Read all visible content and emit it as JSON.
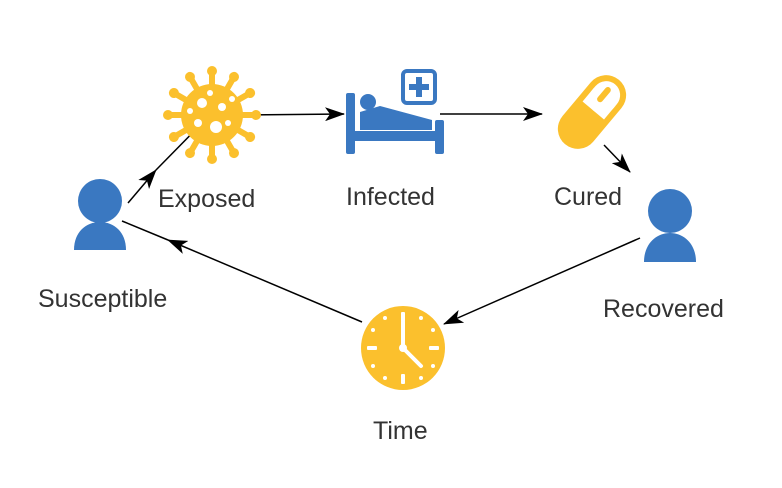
{
  "colors": {
    "blue": "#3a78c1",
    "gold": "#fbc02d",
    "edge": "#000000",
    "text": "#333333",
    "background": "#ffffff"
  },
  "nodes": [
    {
      "id": "susceptible",
      "label": "Susceptible",
      "icon": "person-icon"
    },
    {
      "id": "exposed",
      "label": "Exposed",
      "icon": "virus-icon"
    },
    {
      "id": "infected",
      "label": "Infected",
      "icon": "hospital-bed-icon"
    },
    {
      "id": "cured",
      "label": "Cured",
      "icon": "pill-capsule-icon"
    },
    {
      "id": "recovered",
      "label": "Recovered",
      "icon": "person-icon"
    },
    {
      "id": "time",
      "label": "Time",
      "icon": "clock-icon"
    }
  ],
  "edges": [
    {
      "from": "susceptible",
      "to": "exposed"
    },
    {
      "from": "exposed",
      "to": "infected"
    },
    {
      "from": "infected",
      "to": "cured"
    },
    {
      "from": "cured",
      "to": "recovered"
    },
    {
      "from": "recovered",
      "to": "time"
    },
    {
      "from": "time",
      "to": "susceptible"
    }
  ]
}
